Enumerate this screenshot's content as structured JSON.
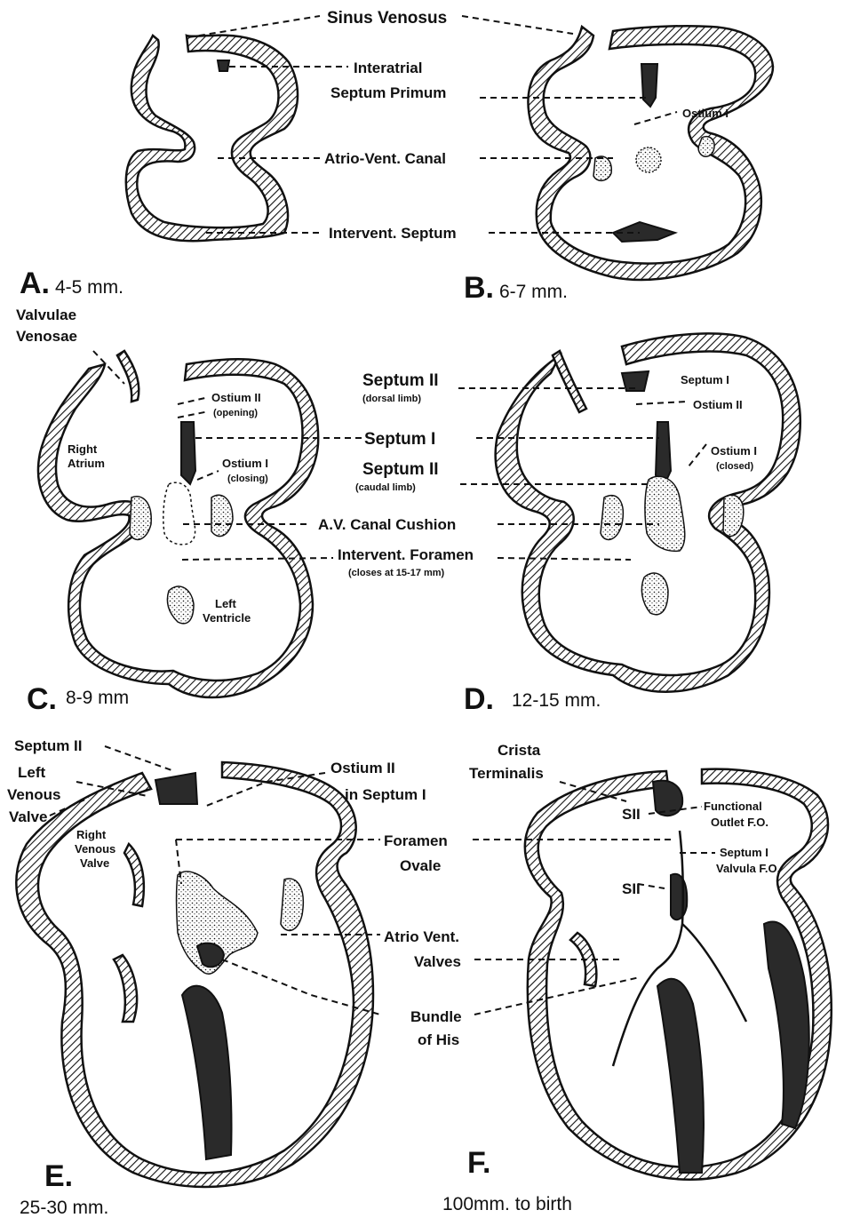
{
  "panels": {
    "a": {
      "letter": "A.",
      "size": "4-5 mm."
    },
    "b": {
      "letter": "B.",
      "size": "6-7 mm."
    },
    "c": {
      "letter": "C.",
      "size": "8-9 mm"
    },
    "d": {
      "letter": "D.",
      "size": "12-15 mm."
    },
    "e": {
      "letter": "E.",
      "size": "25-30 mm."
    },
    "f": {
      "letter": "F.",
      "size": "100mm. to birth"
    }
  },
  "labels": {
    "sinus_venosus": "Sinus Venosus",
    "interatrial_1": "Interatrial",
    "interatrial_2": "Septum Primum",
    "ostium_i_b": "Ostium I",
    "av_canal": "Atrio-Vent. Canal",
    "intervent_septum": "Intervent. Septum",
    "valvulae_1": "Valvulae",
    "valvulae_2": "Venosae",
    "ostium_ii_c": "Ostium II",
    "opening": "(opening)",
    "right_atrium_1": "Right",
    "right_atrium_2": "Atrium",
    "ostium_i_c": "Ostium I",
    "closing": "(closing)",
    "left_ventricle_1": "Left",
    "left_ventricle_2": "Ventricle",
    "septum_ii_dorsal": "Septum II",
    "dorsal_limb": "(dorsal limb)",
    "septum_i_mid": "Septum I",
    "septum_ii_caudal": "Septum II",
    "caudal_limb": "(caudal limb)",
    "av_cushion": "A.V. Canal Cushion",
    "intervent_foramen": "Intervent. Foramen",
    "closes_at": "(closes at 15-17 mm)",
    "septum_i_d": "Septum I",
    "ostium_ii_d": "Ostium II",
    "ostium_i_d": "Ostium I",
    "closed": "(closed)",
    "septum_ii_e": "Septum II",
    "left_venous_1": "Left",
    "left_venous_2": "Venous",
    "left_venous_3": "Valve",
    "right_venous_1": "Right",
    "right_venous_2": "Venous",
    "right_venous_3": "Valve",
    "ostium_ii_e_1": "Ostium II",
    "ostium_ii_e_2": "in Septum I",
    "foramen_1": "Foramen",
    "foramen_2": "Ovale",
    "av_valves_1": "Atrio Vent.",
    "av_valves_2": "Valves",
    "bundle_1": "Bundle",
    "bundle_2": "of His",
    "crista_1": "Crista",
    "crista_2": "Terminalis",
    "sii_upper": "SII",
    "functional_1": "Functional",
    "functional_2": "Outlet F.O.",
    "septum_i_f_1": "Septum I",
    "septum_i_f_2": "Valvula F.O.",
    "sii_lower": "SII"
  }
}
